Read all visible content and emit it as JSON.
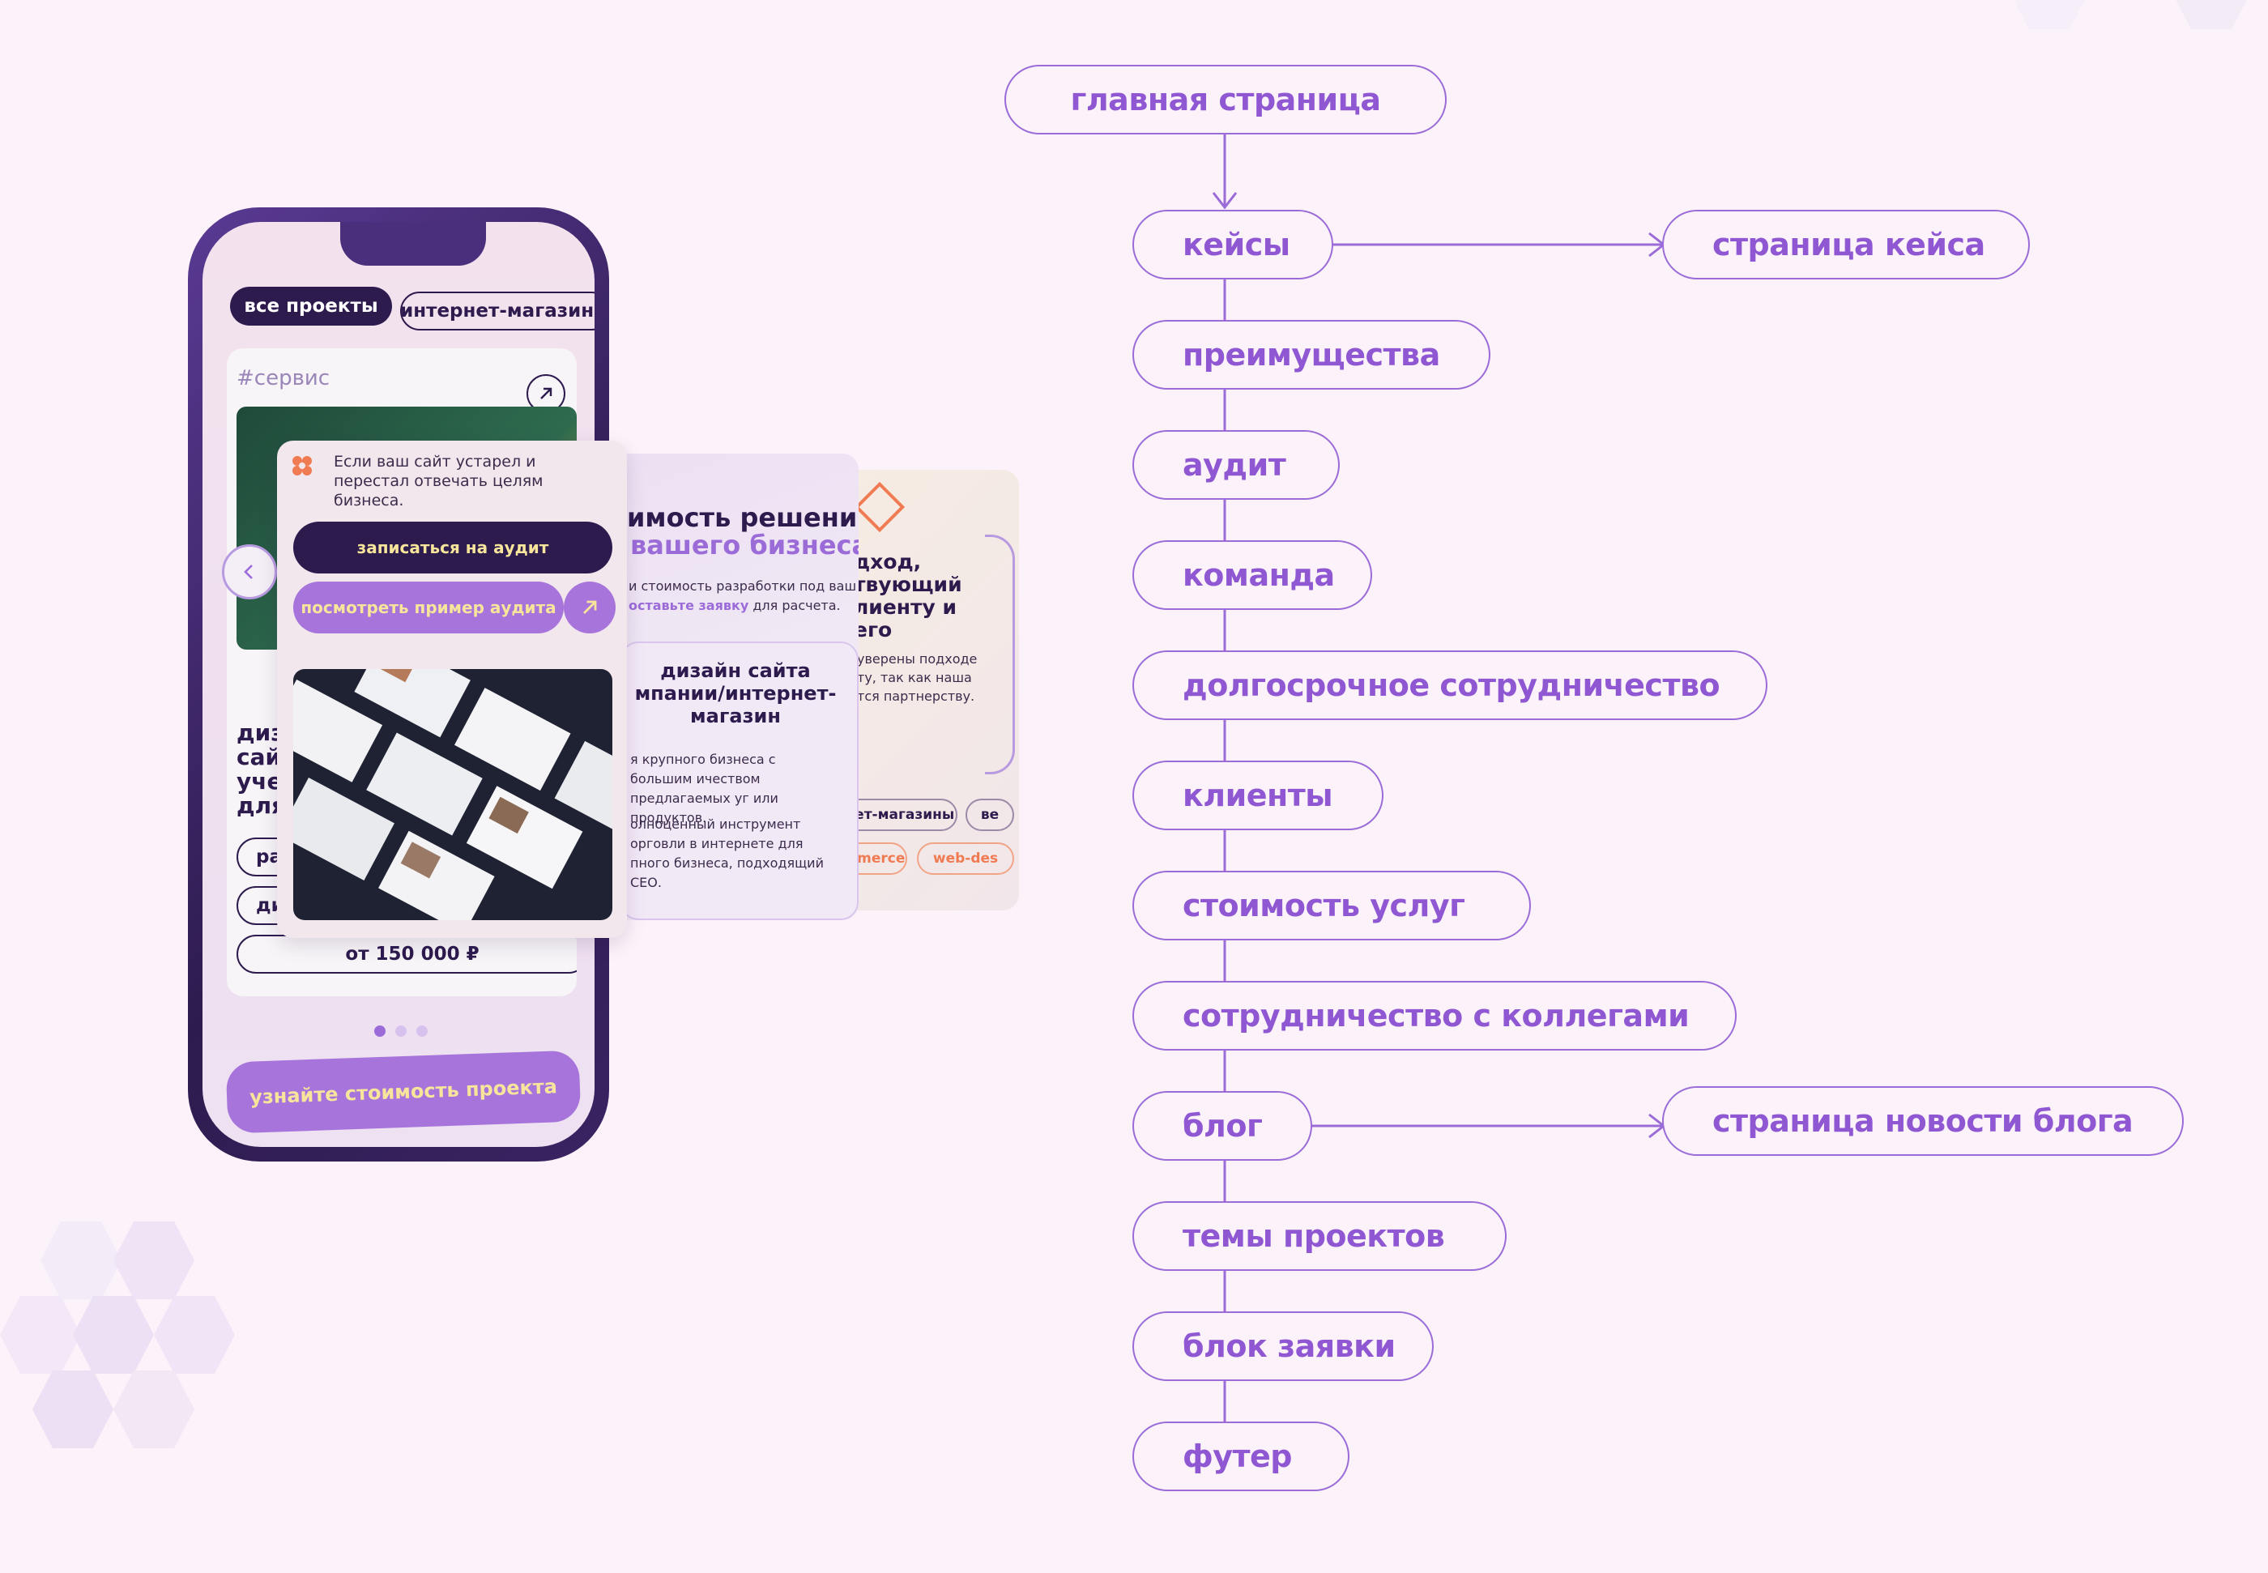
{
  "flow": {
    "main": "главная страница",
    "items": [
      "кейсы",
      "преимущества",
      "аудит",
      "команда",
      "долгосрочное сотрудничество",
      "клиенты",
      "стоимость услуг",
      "сотрудничество с коллегами",
      "блог",
      "темы проектов",
      "блок заявки",
      "футер"
    ],
    "case_page": "страница кейса",
    "blog_page": "страница новости блога"
  },
  "phone": {
    "filter_all": "все проекты",
    "filter_shops": "интернет-магазины",
    "tag": "#сервис",
    "title_fragment": [
      "диза",
      "сайт",
      "учеб",
      "для с"
    ],
    "chip_left_1": "раз",
    "chip_left_2": "диз",
    "price": "от 150 000 ₽",
    "cta": "узнайте стоимость проекта"
  },
  "card1": {
    "text": "Если ваш сайт устарел и перестал отвечать целям бизнеса.",
    "btn_audit": "записаться на аудит",
    "btn_example": "посмотреть пример аудита"
  },
  "card2": {
    "heading_1": "имость решений",
    "heading_2": "вашего бизнеса",
    "text_1": "и стоимость разработки под ваш",
    "text_link": "оставьте заявку",
    "text_2": "для расчета.",
    "sub_title": "дизайн сайта мпании/интернет-магазин",
    "desc_1": "я крупного бизнеса с большим ичеством предлагаемых уг или продуктов.",
    "desc_2": "олноценный инструмент орговли в интернете для пного бизнеса, подходящий СЕО."
  },
  "card3": {
    "heading": "дход, твующий лиенту и его",
    "text": "уверены подходе ту, так как наша тся партнерству.",
    "chip_1": "ернет-магазины",
    "chip_2": "ве",
    "chip_3": "commerce",
    "chip_4": "web-des"
  },
  "colors": {
    "background": "#fcf3fa",
    "accent": "#9b6bd8",
    "dark": "#2d1b4e",
    "button_purple": "#a774dc",
    "button_text_yellow": "#f6e59b"
  },
  "icons": [
    "arrow-up-right-icon",
    "chevron-left-icon",
    "flower-icon"
  ]
}
